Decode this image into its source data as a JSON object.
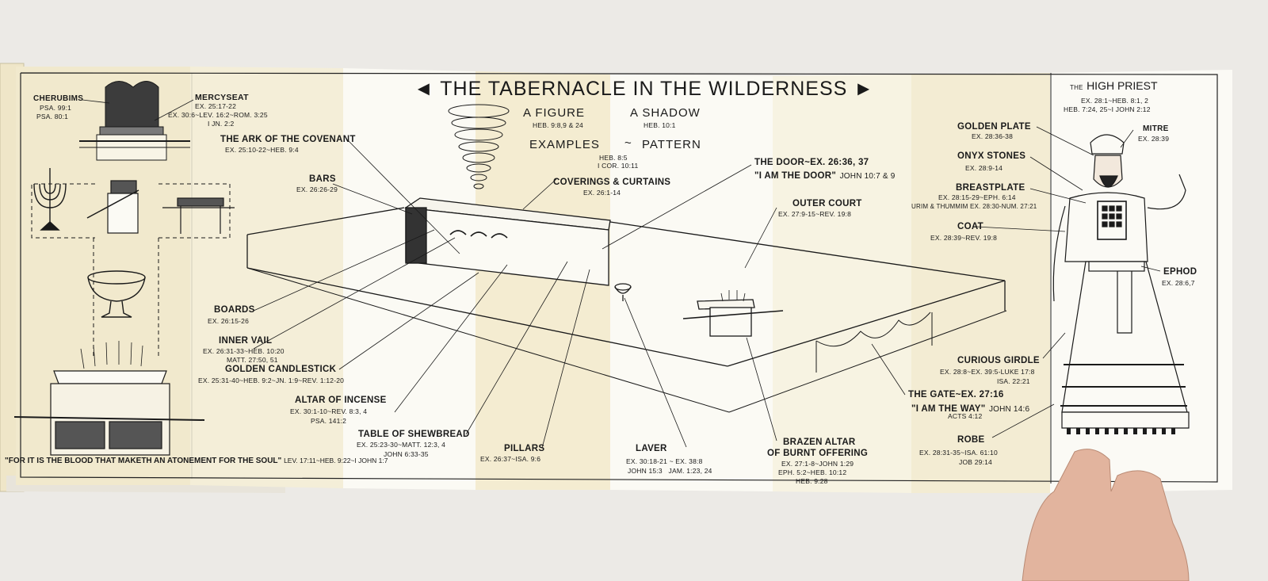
{
  "title": "THE TABERNACLE IN THE WILDERNESS",
  "subtitles": {
    "figure": "A FIGURE",
    "figure_ref": "HEB. 9:8,9 & 24",
    "shadow": "A SHADOW",
    "shadow_ref": "HEB. 10:1",
    "examples": "EXAMPLES",
    "pattern": "PATTERN",
    "pattern_ref1": "HEB. 8:5",
    "pattern_ref2": "I COR. 10:11"
  },
  "left_panel": {
    "cherubims": "CHERUBIMS",
    "cherubims_ref1": "PSA. 99:1",
    "cherubims_ref2": "PSA. 80:1",
    "mercyseat": "MERCYSEAT",
    "mercyseat_ref1": "EX. 25:17-22",
    "mercyseat_ref2": "EX. 30:6~LEV. 16:2~ROM. 3:25",
    "mercyseat_ref3": "I JN. 2:2",
    "footer_quote": "\"FOR IT IS THE BLOOD THAT MAKETH AN ATONEMENT FOR THE SOUL\"",
    "footer_ref": "LEV. 17:11~HEB. 9:22~I JOHN 1:7"
  },
  "labels": {
    "ark": "THE ARK OF THE COVENANT",
    "ark_ref": "EX. 25:10-22~HEB. 9:4",
    "bars": "BARS",
    "bars_ref": "EX. 26:26-29",
    "coverings": "COVERINGS & CURTAINS",
    "coverings_ref": "EX. 26:1-14",
    "door": "THE DOOR~EX. 26:36, 37",
    "door_quote": "\"I AM THE DOOR\"",
    "door_ref": "JOHN 10:7 & 9",
    "outer_court": "OUTER COURT",
    "outer_court_ref": "EX. 27:9-15~REV. 19:8",
    "boards": "BOARDS",
    "boards_ref": "EX. 26:15-26",
    "inner_vail": "INNER VAIL",
    "inner_vail_ref1": "EX. 26:31-33~HEB. 10:20",
    "inner_vail_ref2": "MATT. 27:50, 51",
    "candlestick": "GOLDEN CANDLESTICK",
    "candlestick_ref": "EX. 25:31-40~HEB. 9:2~JN. 1:9~REV. 1:12-20",
    "incense": "ALTAR OF INCENSE",
    "incense_ref1": "EX. 30:1-10~REV. 8:3, 4",
    "incense_ref2": "PSA. 141:2",
    "shewbread": "TABLE OF SHEWBREAD",
    "shewbread_ref1": "EX. 25:23-30~MATT. 12:3, 4",
    "shewbread_ref2": "JOHN 6:33-35",
    "pillars": "PILLARS",
    "pillars_ref": "EX. 26:37~ISA. 9:6",
    "laver": "LAVER",
    "laver_ref1": "EX. 30:18-21 ~ EX. 38:8",
    "laver_ref2": "JOHN 15:3   JAM. 1:23, 24",
    "brazen1": "BRAZEN ALTAR",
    "brazen2": "OF BURNT OFFERING",
    "brazen_ref1": "EX. 27:1-8~JOHN 1:29",
    "brazen_ref2": "EPH. 5:2~HEB. 10:12",
    "brazen_ref3": "HEB. 9:28",
    "gate": "THE GATE~EX. 27:16",
    "gate_quote": "\"I AM THE WAY\"",
    "gate_ref1": "JOHN 14:6",
    "gate_ref2": "ACTS 4:12"
  },
  "high_priest": {
    "title_small": "THE",
    "title": "HIGH PRIEST",
    "ref1": "EX. 28:1~HEB. 8:1, 2",
    "ref2": "HEB. 7:24, 25~I JOHN 2:12",
    "golden_plate": "GOLDEN PLATE",
    "golden_plate_ref": "EX. 28:36-38",
    "mitre": "MITRE",
    "mitre_ref": "EX. 28:39",
    "onyx": "ONYX STONES",
    "onyx_ref": "EX. 28:9-14",
    "breastplate": "BREASTPLATE",
    "breastplate_ref1": "EX. 28:15-29~EPH. 6:14",
    "breastplate_ref2": "URIM & THUMMIM EX. 28:30-NUM. 27:21",
    "coat": "COAT",
    "coat_ref": "EX. 28:39~REV. 19:8",
    "ephod": "EPHOD",
    "ephod_ref": "EX. 28:6,7",
    "girdle": "CURIOUS GIRDLE",
    "girdle_ref1": "EX. 28:8~EX. 39:5-LUKE 17:8",
    "girdle_ref2": "ISA. 22:21",
    "robe": "ROBE",
    "robe_ref1": "EX. 28:31-35~ISA. 61:10",
    "robe_ref2": "JOB 29:14"
  },
  "colors": {
    "paper_warm": "#f3ecd2",
    "paper_light": "#fbfaf5",
    "ink": "#1a1a1a",
    "background": "#eceae6",
    "skin": "#e2b49e"
  }
}
